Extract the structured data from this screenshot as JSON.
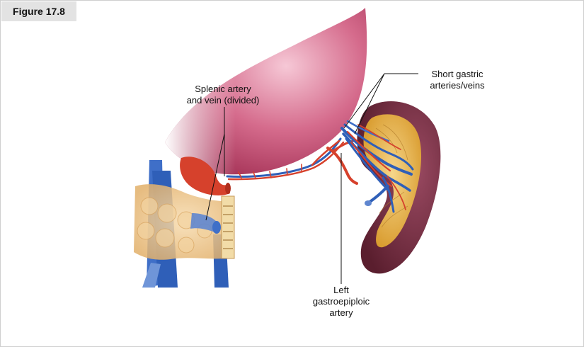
{
  "figure_label": "Figure 17.8",
  "labels": {
    "splenic_line1": "Splenic artery",
    "splenic_line2": "and vein (divided)",
    "short_gastric_line1": "Short gastric",
    "short_gastric_line2": "arteries/veins",
    "left_gastro_line1": "Left",
    "left_gastro_line2": "gastroepiploic",
    "left_gastro_line3": "artery"
  },
  "colors": {
    "stomach": "#c24e72",
    "spleen": "#6e2a3a",
    "spleen_hilum": "#e7b23c",
    "artery": "#d6412c",
    "vein": "#2f5fb8",
    "pancreas": "#f0c98a"
  }
}
